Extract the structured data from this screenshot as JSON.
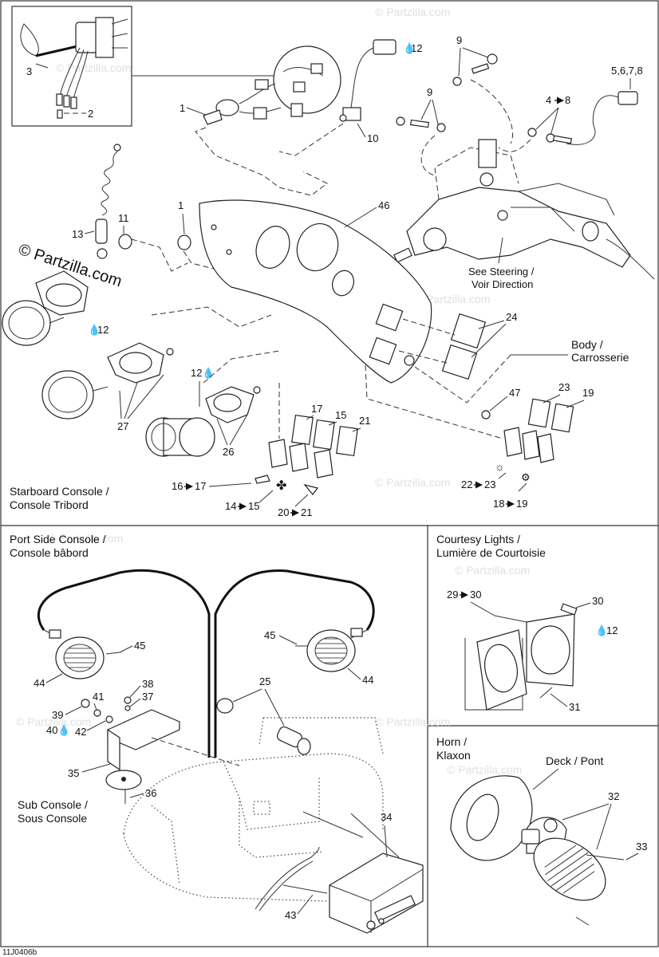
{
  "watermarks": {
    "main": "© Partzilla.com",
    "faint": "© Partzilla.com"
  },
  "sections": {
    "starboard": [
      "Starboard Console /",
      "Console Tribord"
    ],
    "port": [
      "Port Side Console /",
      "Console bâbord"
    ],
    "courtesy": [
      "Courtesy Lights /",
      "Lumière de Courtoisie"
    ],
    "horn": [
      "Horn /",
      "Klaxon"
    ]
  },
  "notes": {
    "steering": [
      "See  Steering /",
      "Voir Direction"
    ],
    "body": [
      "Body /",
      "Carrosserie"
    ],
    "sub_console": [
      "Sub Console /",
      "Sous Console"
    ],
    "deck": "Deck / Pont"
  },
  "part_labels": {
    "p1a": "1",
    "p1b": "1",
    "p2": "2",
    "p3": "3",
    "p9a": "9",
    "p9b": "9",
    "p10": "10",
    "p11": "11",
    "p12a": "12",
    "p12b": "12",
    "p12c": "12",
    "p12d": "12",
    "p13": "13",
    "p4to8": "4",
    "p4to8_end": "8",
    "p5678": "5,6,7,8",
    "p46": "46",
    "p24": "24",
    "p47": "47",
    "p23a": "23",
    "p19a": "19",
    "p17a": "17",
    "p15a": "15",
    "p21a": "21",
    "p27": "27",
    "p26": "26",
    "p16": "16",
    "p17b": "17",
    "p14": "14",
    "p15b": "15",
    "p20": "20",
    "p21b": "21",
    "p22": "22",
    "p23b": "23",
    "p18": "18",
    "p19b": "19",
    "p45a": "45",
    "p45b": "45",
    "p44a": "44",
    "p44b": "44",
    "p25": "25",
    "p38": "38",
    "p41": "41",
    "p37": "37",
    "p39": "39",
    "p40": "40",
    "p42": "42",
    "p35": "35",
    "p36": "36",
    "p34": "34",
    "p43": "43",
    "p29": "29",
    "p30a": "30",
    "p30b": "30",
    "p31": "31",
    "p32": "32",
    "p33": "33"
  },
  "figure_code": "11J0406b"
}
